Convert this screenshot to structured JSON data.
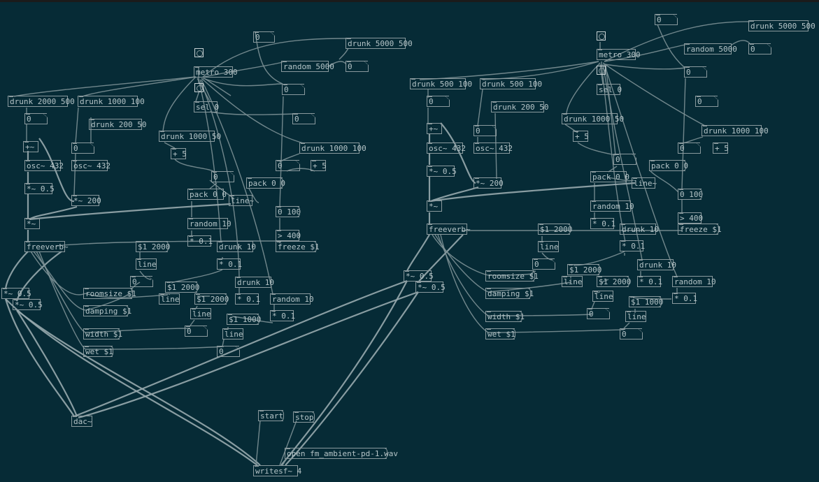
{
  "patch": {
    "group1": {
      "metro": "metro 300",
      "sel": "sel 0",
      "random_top": "random 5000",
      "drunk_top": "drunk 5000 500",
      "num_top1": "0",
      "num_top2": "0",
      "num_top3": "0",
      "drunk_a": "drunk 2000 500",
      "drunk_b": "drunk 1000 100",
      "drunk_c": "drunk 200 50",
      "drunk_d": "drunk 1000 50",
      "drunk_e": "drunk 1000 100",
      "num_a": "0",
      "num_b": "0",
      "num_c": "0",
      "num_d": "0",
      "num_e": "0",
      "add": "+~",
      "osc_a": "osc~ 432",
      "osc_b": "osc~ 432",
      "mul_a": "*~ 0.5",
      "mul_b": "*~ 200",
      "plus5_a": "+ 5",
      "plus5_b": "+ 5",
      "pack": "pack 0 0",
      "pack2": "pack 0 0",
      "line_sig": "line~",
      "mul_c": "*~",
      "random10": "random 10",
      "times01_a": "* 0.1",
      "drunk10_a": "drunk 10",
      "times01_b": "* 0.1",
      "drunk10_b": "drunk 10",
      "times01_c": "* 0.1",
      "random10_b": "random 10",
      "times01_d": "* 0.1",
      "msg100": "0 100",
      "gt400": "> 400",
      "freeze": "freeze $1",
      "freeverb": "freeverb~",
      "msg2000_a": "$1 2000",
      "line_a": "line",
      "num_f": "0",
      "msg2000_b": "$1 2000",
      "line_b": "line",
      "msg2000_c": "$1 2000",
      "line_c": "line",
      "num_g": "0",
      "msg1000": "$1 1000",
      "line_d": "line",
      "num_h": "0",
      "roomsize": "roomsize $1",
      "damping": "damping $1",
      "width": "width $1",
      "wet": "wet $1",
      "out_l": "*~ 0.5",
      "out_r": "*~ 0.5"
    },
    "group2": {
      "metro": "metro 300",
      "sel": "sel 0",
      "random_top": "random 5000",
      "drunk_top": "drunk 5000 500",
      "num_top1": "0",
      "num_top2": "0",
      "num_top3": "0",
      "drunk_a": "drunk 500 100",
      "drunk_b": "drunk 500 100",
      "drunk_c": "drunk 200 50",
      "drunk_d": "drunk 1000 50",
      "drunk_e": "drunk 1000 100",
      "num_a": "0",
      "num_b": "0",
      "num_c": "0",
      "num_d": "0",
      "add": "+~",
      "osc_a": "osc~ 432",
      "osc_b": "osc~ 432",
      "mul_a": "*~ 0.5",
      "mul_b": "*~ 200",
      "plus5_a": "+ 5",
      "plus5_b": "+ 5",
      "num_p": "0",
      "pack": "pack 0 0",
      "pack2": "pack 0 0",
      "line_sig": "line~",
      "mul_c": "*~",
      "random10": "random 10",
      "times01_a": "* 0.1",
      "drunk10_a": "drunk 10",
      "times01_b": "* 0.1",
      "drunk10_b": "drunk 10",
      "times01_c": "* 0.1",
      "random10_b": "random 10",
      "times01_d": "* 0.1",
      "msg100": "0 100",
      "gt400": "> 400",
      "freeze": "freeze $1",
      "freeverb": "freeverb~",
      "msg2000_a": "$1 2000",
      "line_a": "line",
      "num_f": "0",
      "msg2000_b": "$1 2000",
      "line_b": "line",
      "msg2000_c": "$1 2000",
      "line_c": "line",
      "num_g": "0",
      "msg1000": "$1 1000",
      "line_d": "line",
      "num_h": "0",
      "roomsize": "roomsize $1",
      "damping": "damping $1",
      "width": "width $1",
      "wet": "wet $1",
      "out_l": "*~ 0.5",
      "out_r": "*~ 0.5"
    },
    "output": {
      "dac": "dac~",
      "start": "start",
      "stop": "stop",
      "open": "open fm_ambient-pd-1.wav",
      "writesf": "writesf~ 4"
    }
  }
}
